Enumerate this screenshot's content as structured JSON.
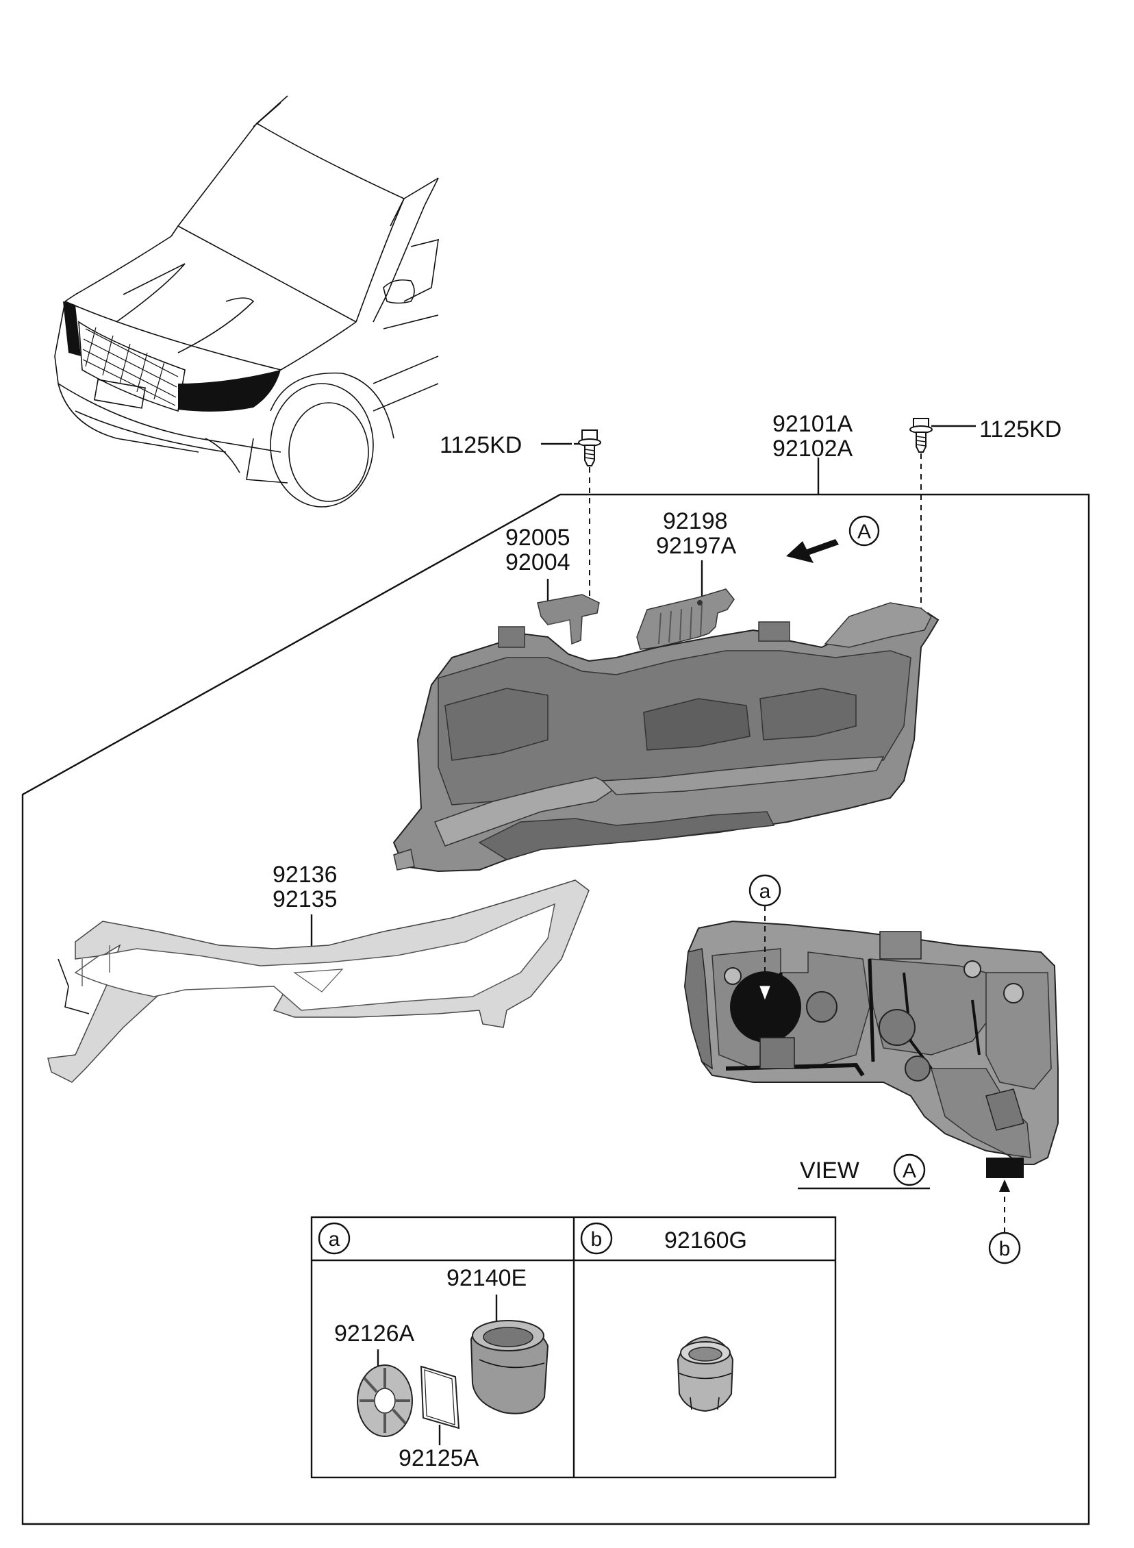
{
  "parts": {
    "bolt_left": "1125KD",
    "bolt_right": "1125KD",
    "headlamp_assy_1": "92101A",
    "headlamp_assy_2": "92102A",
    "bracket_small_1": "92005",
    "bracket_small_2": "92004",
    "bracket_large_1": "92198",
    "bracket_large_2": "92197A",
    "bezel_1": "92136",
    "bezel_2": "92135"
  },
  "view": {
    "arrow_marker": "A",
    "caption": "VIEW",
    "caption_marker": "A",
    "callout_a": "a",
    "callout_b": "b"
  },
  "detail_table": {
    "cell_a": {
      "marker": "a",
      "parts": {
        "cap": "92140E",
        "retainer": "92126A",
        "gasket": "92125A"
      }
    },
    "cell_b": {
      "marker": "b",
      "part": "92160G"
    }
  },
  "colors": {
    "lamp_grey": "#8d8d8d",
    "lamp_dark": "#5f5f5f",
    "bezel_grey": "#cfcfcf",
    "back_grey": "#9a9a9a",
    "black": "#111111"
  }
}
